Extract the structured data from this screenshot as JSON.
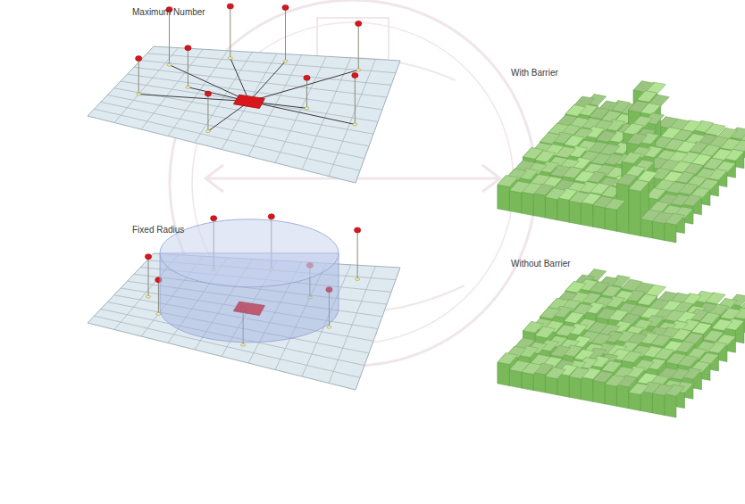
{
  "diagram": {
    "labels": [
      "Maximum Number",
      "With Barrier",
      "Fixed Radius",
      "Without Barrier"
    ]
  }
}
